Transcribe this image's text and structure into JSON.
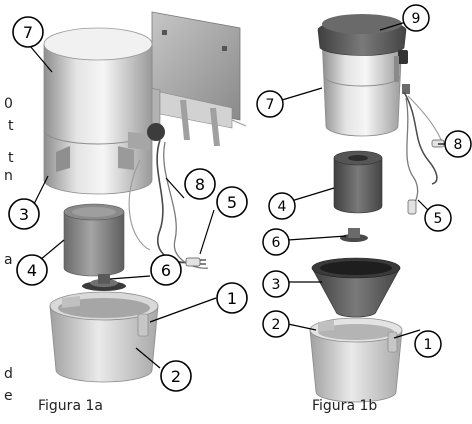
{
  "figures": [
    {
      "caption": "Figura 1a"
    },
    {
      "caption": "Figura 1b"
    }
  ],
  "callouts_a": [
    "7",
    "8",
    "5",
    "3",
    "4",
    "6",
    "1",
    "2"
  ],
  "callouts_b": [
    "9",
    "7",
    "8",
    "4",
    "5",
    "6",
    "3",
    "2",
    "1"
  ],
  "edge_text": [
    "0",
    "t",
    "t",
    "n",
    "a",
    "d",
    "e"
  ],
  "colors": {
    "metal_light": "#eeeeee",
    "metal_mid": "#c8c8c8",
    "metal_dark": "#8f8f8f",
    "lid_dark": "#5a5a5a",
    "outline": "#000000"
  }
}
